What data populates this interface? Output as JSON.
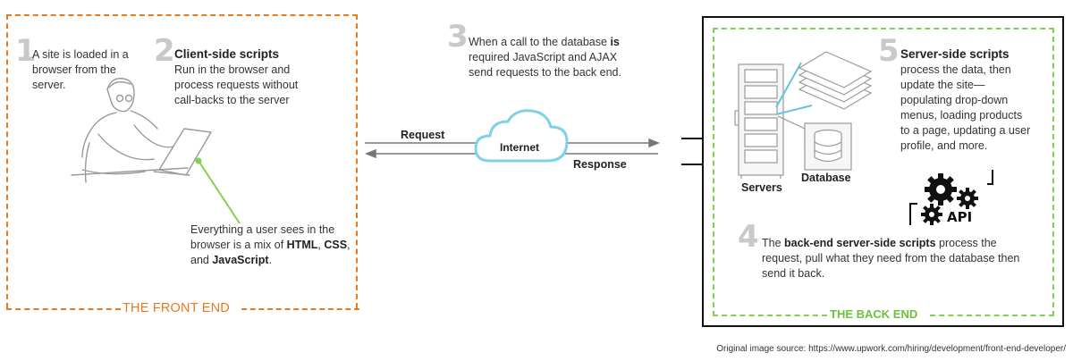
{
  "step1": {
    "number": "1",
    "text": "A site is loaded in a browser from the server."
  },
  "step2": {
    "number": "2",
    "heading": "Client-side scripts",
    "text": "Run in the browser and process requests without call-backs to the server"
  },
  "step3": {
    "number": "3",
    "pre": "When a call to the database ",
    "bold": "is",
    "post": " required JavaScript and AJAX send requests to the back end."
  },
  "note": {
    "pre": "Everything a user sees in the browser is a mix of ",
    "html": "HTML",
    "comma": ",",
    "css": "CSS",
    "and": ", and ",
    "js": "JavaScript",
    "end": "."
  },
  "front_label": "THE FRONT END",
  "back_label": "THE BACK END",
  "request_label": "Request",
  "response_label": "Response",
  "internet_label": "Internet",
  "servers_label": "Servers",
  "database_label": "Database",
  "api_label": "API",
  "step4": {
    "number": "4",
    "pre": "The ",
    "bold": "back-end server-side scripts",
    "post": " process the request, pull what they need from the database then send it back."
  },
  "step5": {
    "number": "5",
    "heading": "Server-side scripts",
    "text": "process the data, then update the site—populating drop-down menus, loading products to a page, updating a user profile, and more."
  },
  "source": "Original image source: https://www.upwork.com/hiring/development/front-end-developer/",
  "colors": {
    "front": "#e87a1d",
    "back": "#7fd14f",
    "cloud": "#7fd0ea",
    "callout": "#66c2e0",
    "pointer": "#7fd14f"
  }
}
